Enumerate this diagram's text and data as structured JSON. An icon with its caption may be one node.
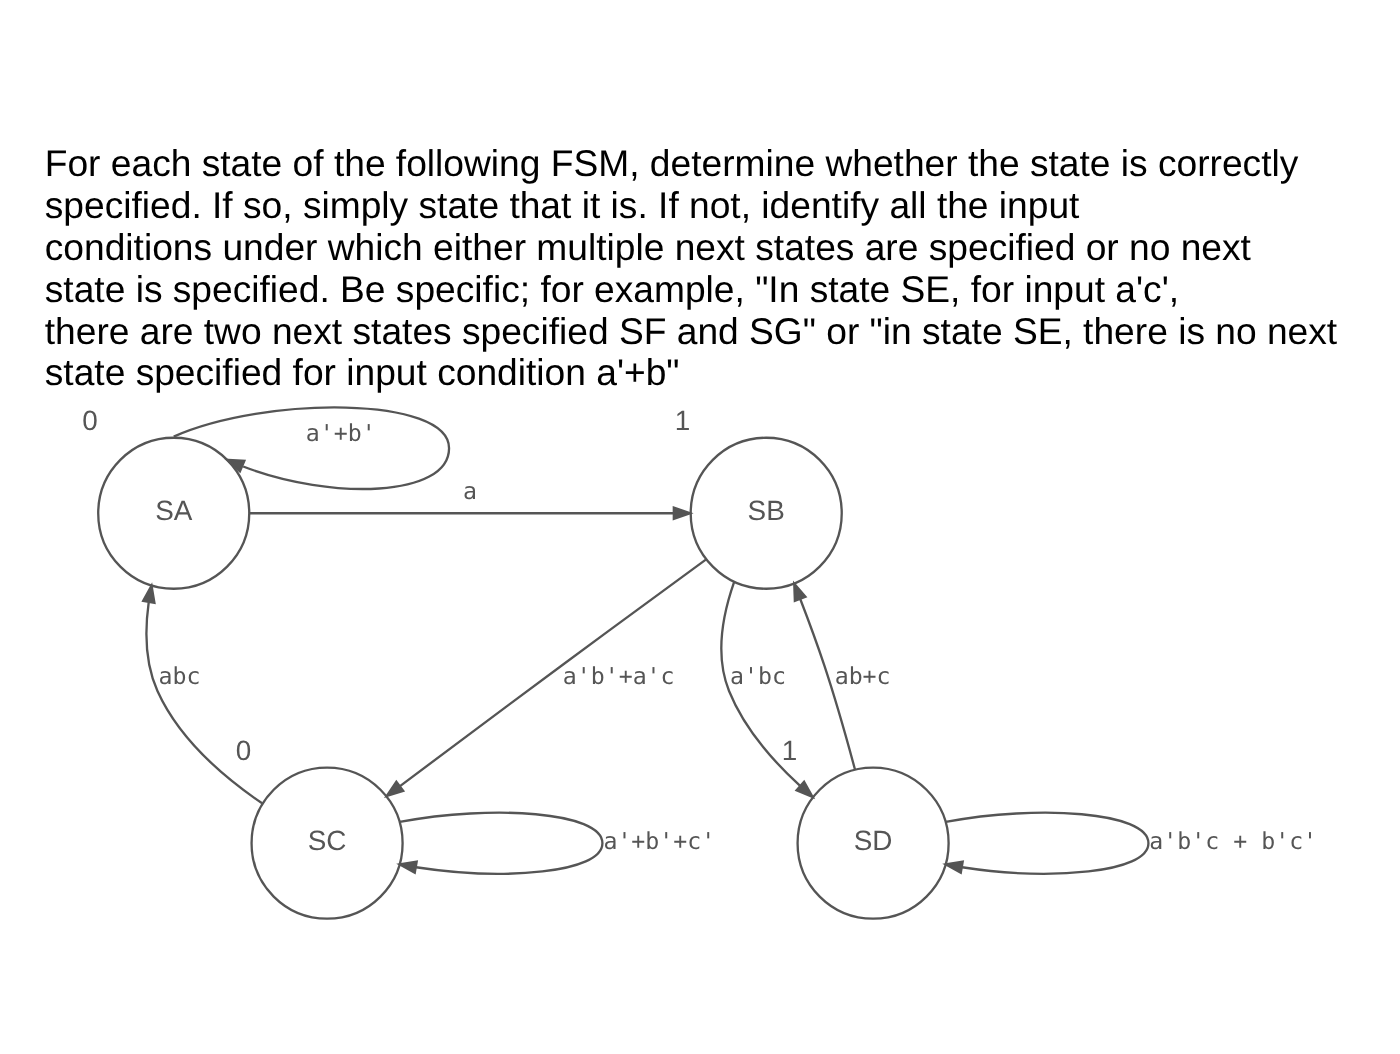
{
  "diagram": {
    "title": "For each state of the following FSM, determine whether the state is correctly specified. If so, simply state that it is. If not, identify all the input conditions under which either multiple next states are specified or no next state is specified. Be specific; for example, \"In state SE, for input a'c', there are two next states specified SF and SG\" or \"in state SE, there is no next state specified for input condition a'+b\"",
    "nodes": [
      {
        "text": [
          "SA"
        ],
        "beside": [
          "0"
        ]
      },
      {
        "text": [
          "SB"
        ],
        "beside": [
          "1"
        ]
      },
      {
        "text": [
          "SC"
        ],
        "beside": [
          "0"
        ]
      },
      {
        "text": [
          "SD"
        ],
        "beside": [
          "1"
        ]
      }
    ],
    "edges": [
      {
        "from": 0,
        "to": 0,
        "arrow": "to",
        "label": "a'+b'"
      },
      {
        "from": 0,
        "to": 1,
        "arrow": "to",
        "label": "a"
      },
      {
        "from": 2,
        "to": 0,
        "arrow": "to",
        "label": "abc"
      },
      {
        "from": 1,
        "to": 2,
        "arrow": "to",
        "label": "a'b'+a'c"
      },
      {
        "from": 2,
        "to": 2,
        "arrow": "to",
        "label": "a'+b'+c'"
      },
      {
        "from": 1,
        "to": 3,
        "arrow": "to",
        "label": "a'bc"
      },
      {
        "from": 3,
        "to": 1,
        "arrow": "to",
        "label": "ab+c"
      },
      {
        "from": 3,
        "to": 3,
        "arrow": "to",
        "label": "a'b'c + b'c'"
      }
    ]
  }
}
